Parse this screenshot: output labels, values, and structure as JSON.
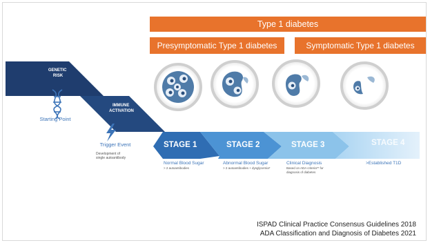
{
  "banners": {
    "type1": "Type 1 diabetes",
    "presymptomatic": "Presymptomatic Type 1 diabetes",
    "symptomatic": "Symptomatic Type 1 diabetes"
  },
  "steps": {
    "genetic_risk": [
      "GENETIC",
      "RISK"
    ],
    "starting_point": "Starting Point",
    "immune_activation": [
      "IMMUNE",
      "ACTIVATION"
    ],
    "trigger_event": "Trigger Event",
    "trigger_desc": [
      "Development of",
      "single autoantibody"
    ]
  },
  "stages": [
    {
      "label": "STAGE 1",
      "title": "Normal Blood Sugar",
      "desc": [
        "> 2 autoantibodies"
      ]
    },
    {
      "label": "STAGE 2",
      "title": "Abnormal Blood Sugar",
      "desc": [
        "> 2 autoantibodies + dysglycemia*"
      ]
    },
    {
      "label": "STAGE 3",
      "title": "Clinical Diagnosis",
      "desc": [
        "Based on ADA criteria** for",
        "diagnosis of diabetes"
      ]
    },
    {
      "label": "STAGE 4",
      "title": ">Established T1D",
      "desc": []
    }
  ],
  "citation": {
    "line1": "ISPAD Clinical Practice Consensus Guidelines 2018",
    "line2": "ADA Classification and Diagnosis of Diabetes 2021"
  },
  "colors": {
    "orange": "#e8732c",
    "navy": "#1f3d6e",
    "blue": "#2f6db3",
    "mid_blue": "#4c93d4",
    "light_blue": "#8cc3ea",
    "pale_blue": "#c6e2f6"
  },
  "icons": [
    "dna-icon",
    "lightning-icon",
    "islet-cell-icon"
  ]
}
